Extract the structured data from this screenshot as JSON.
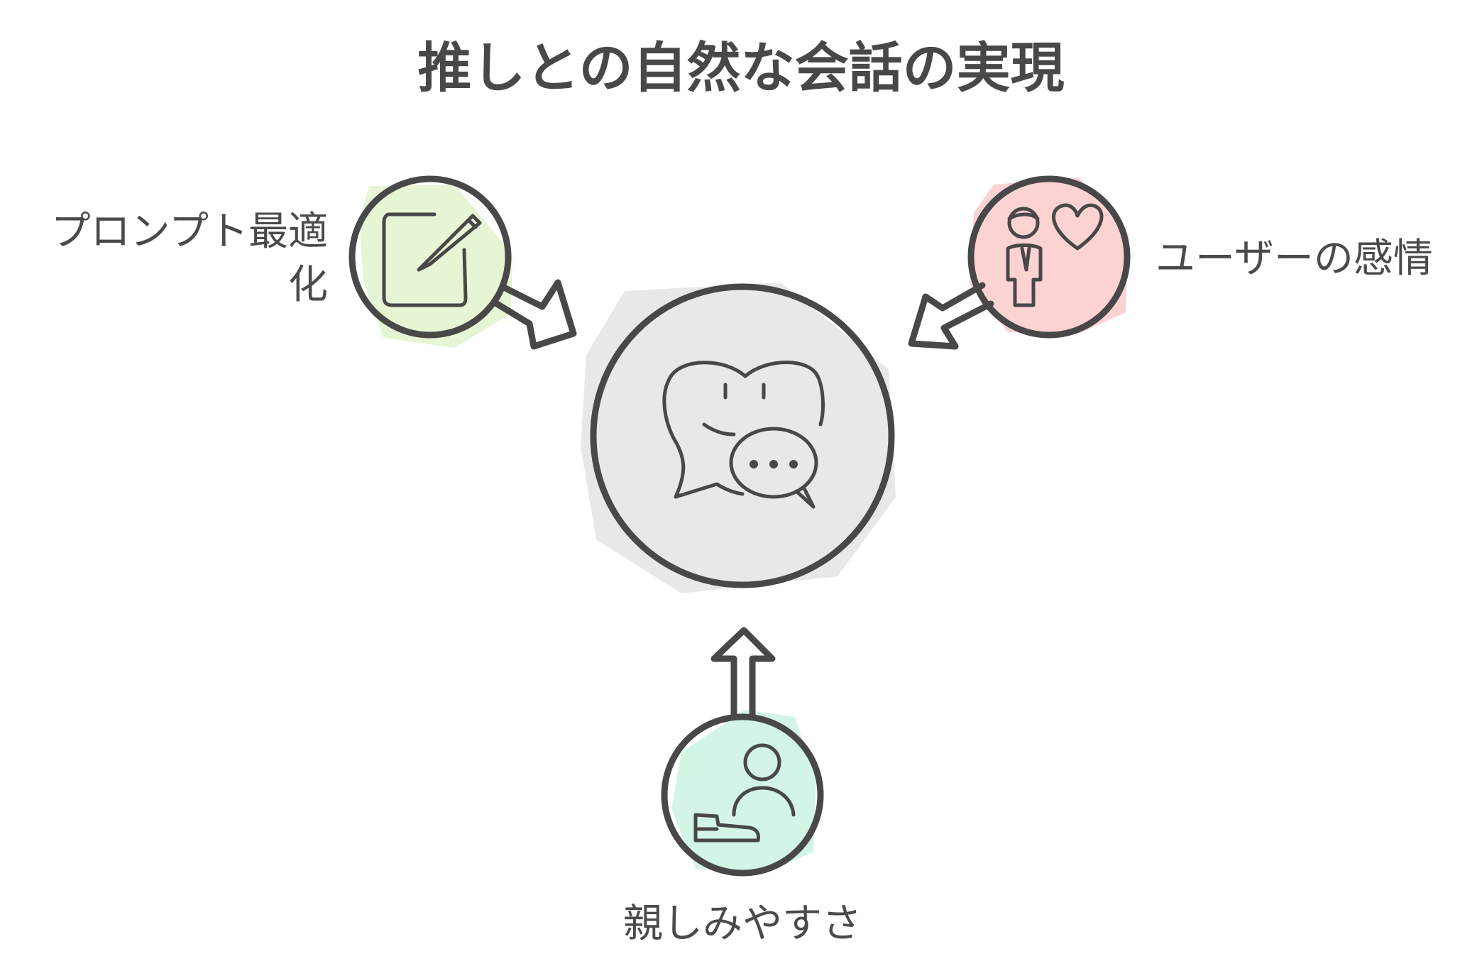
{
  "title": "推しとの自然な会話の実現",
  "center": {
    "icon": "chat-bubbles-icon",
    "fill": "#e8e8e8"
  },
  "nodes": [
    {
      "id": "prompt",
      "label_lines": [
        "プロンプト最適",
        "化"
      ],
      "icon": "notepad-pencil-icon",
      "fill": "#e6f5d3"
    },
    {
      "id": "emotion",
      "label_lines": [
        "ユーザーの感情"
      ],
      "icon": "person-heart-icon",
      "fill": "#fdd2d2"
    },
    {
      "id": "friendly",
      "label_lines": [
        "親しみやすさ"
      ],
      "icon": "person-sofa-icon",
      "fill": "#d3f5e6"
    }
  ],
  "colors": {
    "stroke": "#484848",
    "text": "#4a4a4a",
    "background": "#ffffff"
  }
}
